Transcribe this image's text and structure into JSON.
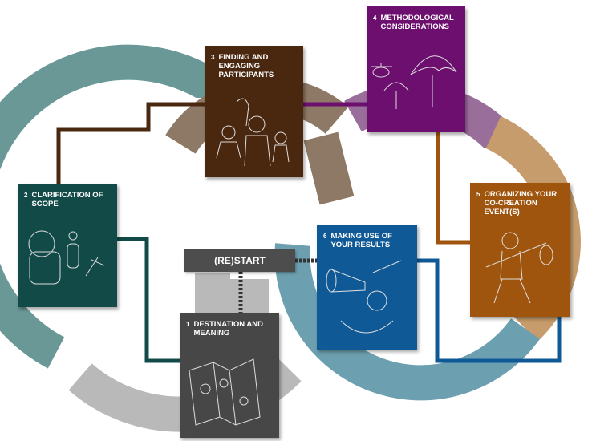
{
  "restart_label": "(RE)START",
  "cards": [
    {
      "number": "1",
      "title": "DESTINATION AND MEANING",
      "color": "#474747",
      "icon": "map-icon"
    },
    {
      "number": "2",
      "title": "CLARIFICATION OF SCOPE",
      "color": "#124a48",
      "icon": "backpack-compass-icon"
    },
    {
      "number": "3",
      "title": "FINDING AND ENGAGING PARTICIPANTS",
      "color": "#4a2810",
      "icon": "people-icon"
    },
    {
      "number": "4",
      "title": "METHODOLOGICAL CONSIDERATIONS",
      "color": "#6c0f6e",
      "icon": "parachute-helicopter-icon"
    },
    {
      "number": "5",
      "title": "ORGANIZING YOUR CO-CREATION EVENT(S)",
      "color": "#a0550f",
      "icon": "traveller-icon"
    },
    {
      "number": "6",
      "title": "MAKING USE OF YOUR RESULTS",
      "color": "#0f5996",
      "icon": "megaphone-icon"
    }
  ]
}
